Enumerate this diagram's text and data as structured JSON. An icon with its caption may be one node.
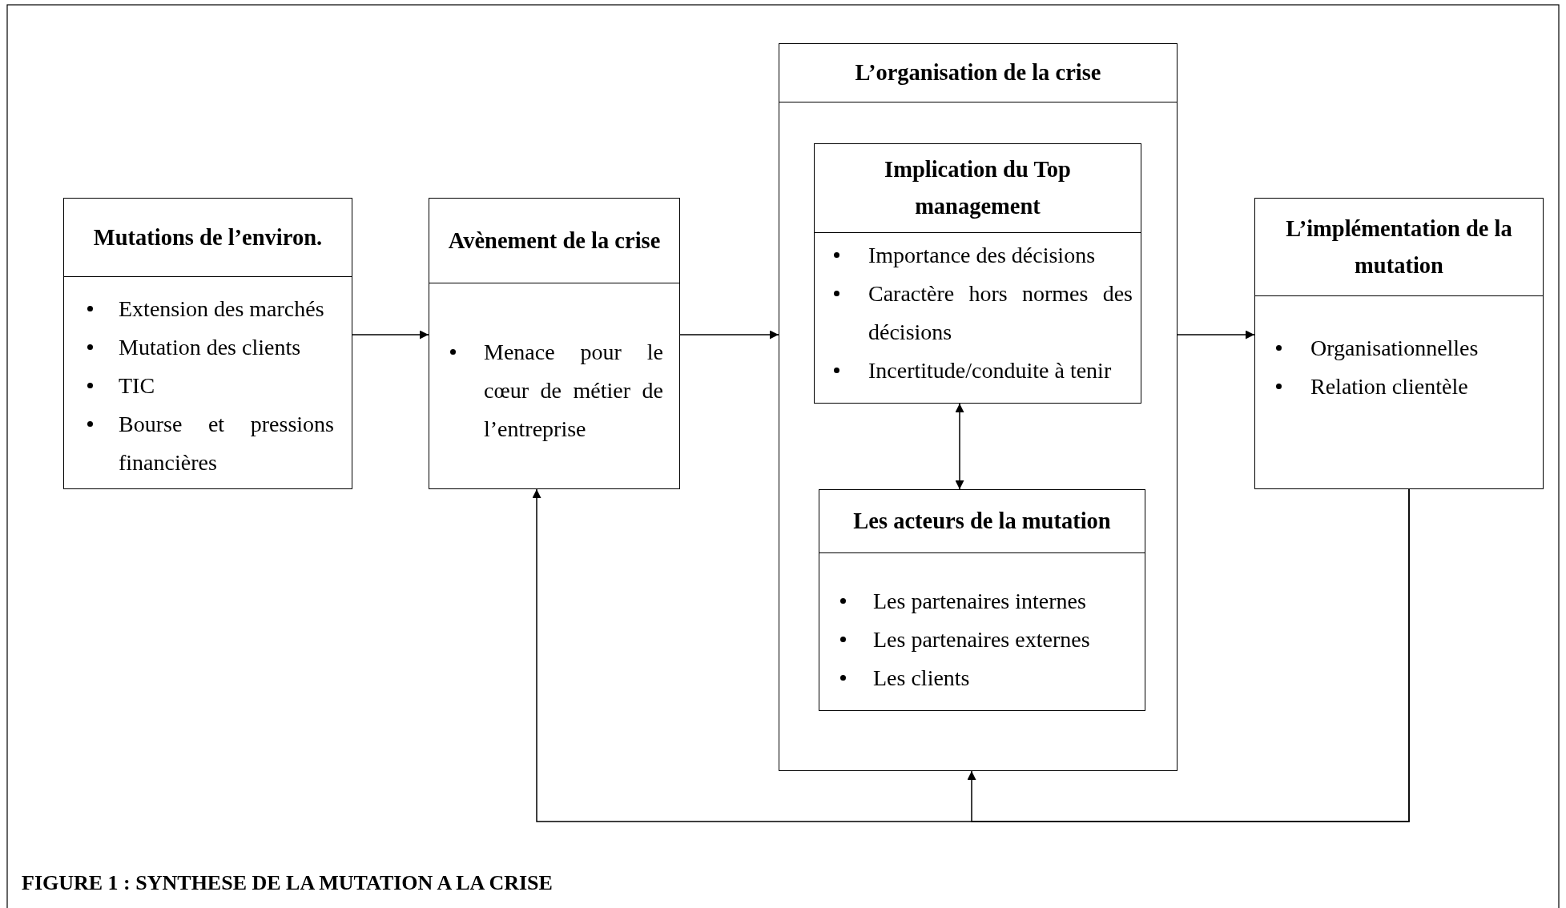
{
  "diagram": {
    "caption": "FIGURE 1 : SYNTHESE DE LA MUTATION A LA CRISE",
    "nodes": [
      {
        "text": [
          "Mutations de l’environ.",
          "Extension des marchés",
          "Mutation des clients",
          "TIC",
          "Bourse et pressions financières"
        ]
      },
      {
        "text": [
          "Avènement de la crise",
          "Menace pour le cœur de métier de l’entreprise"
        ]
      },
      {
        "text": [
          "L’organisation de la crise"
        ]
      },
      {
        "text": [
          "Implication du Top management",
          "Importance des décisions",
          "Caractère hors normes des décisions",
          "Incertitude/conduite à tenir"
        ],
        "in": 2
      },
      {
        "text": [
          "Les acteurs de la mutation",
          "Les partenaires internes",
          "Les partenaires externes",
          "Les clients"
        ],
        "in": 2
      },
      {
        "text": [
          "L’implémentation de la mutation",
          "Organisationnelles",
          "Relation clientèle"
        ]
      }
    ],
    "edges": [
      {
        "from": 0,
        "to": 1,
        "arrow": "to"
      },
      {
        "from": 1,
        "to": 2,
        "arrow": "to"
      },
      {
        "from": 2,
        "to": 5,
        "arrow": "to"
      },
      {
        "from": 3,
        "to": 4,
        "arrow": "both"
      },
      {
        "from": 5,
        "to": 1,
        "arrow": "to"
      },
      {
        "from": 5,
        "to": 2,
        "arrow": "to"
      }
    ]
  }
}
